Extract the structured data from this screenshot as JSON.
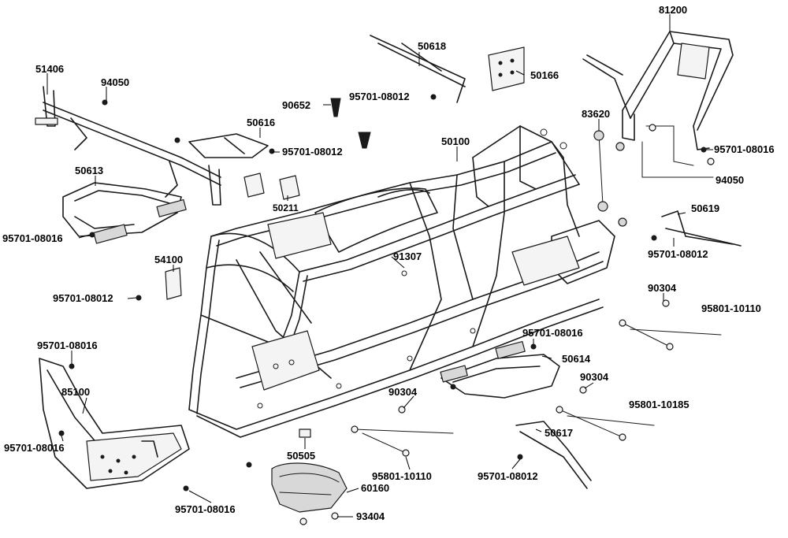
{
  "labels": {
    "p81200": "81200",
    "p51406": "51406",
    "p94050_a": "94050",
    "p50618": "50618",
    "p50166": "50166",
    "p95701_08012_a": "95701-08012",
    "p90652": "90652",
    "p83620": "83620",
    "p50616": "50616",
    "p95701_08012_b": "95701-08012",
    "p50100": "50100",
    "p95701_08016_a": "95701-08016",
    "p94050_b": "94050",
    "p50613": "50613",
    "p50211": "50211",
    "p50619": "50619",
    "p95701_08016_b": "95701-08016",
    "p95701_08012_c": "95701-08012",
    "p54100": "54100",
    "p91307": "91307",
    "p95701_08012_d": "95701-08012",
    "p90304_a": "90304",
    "p95801_10110_a": "95801-10110",
    "p95701_08016_c": "95701-08016",
    "p95701_08016_d": "95701-08016",
    "p50614": "50614",
    "p85100": "85100",
    "p90304_b": "90304",
    "p90304_c": "90304",
    "p95801_10185": "95801-10185",
    "p95701_08016_e": "95701-08016",
    "p50617": "50617",
    "p50505": "50505",
    "p95801_10110_b": "95801-10110",
    "p95701_08012_e": "95701-08012",
    "p60160": "60160",
    "p95701_08016_f": "95701-08016",
    "p93404": "93404"
  }
}
